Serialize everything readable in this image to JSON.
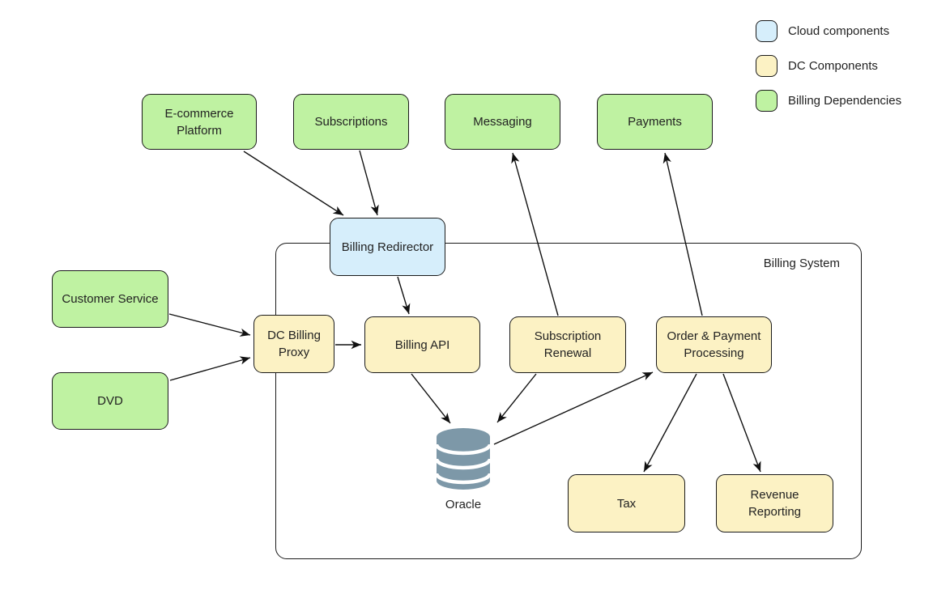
{
  "legend": {
    "items": [
      {
        "label": "Cloud components",
        "color": "#d6eefb"
      },
      {
        "label": "DC Components",
        "color": "#fcf2c4"
      },
      {
        "label": "Billing Dependencies",
        "color": "#bff2a2"
      }
    ]
  },
  "system": {
    "label": "Billing System"
  },
  "nodes": {
    "ecommerce": {
      "label": "E-commerce\nPlatform",
      "category": "Billing Dependencies"
    },
    "subscriptions": {
      "label": "Subscriptions",
      "category": "Billing Dependencies"
    },
    "messaging": {
      "label": "Messaging",
      "category": "Billing Dependencies"
    },
    "payments": {
      "label": "Payments",
      "category": "Billing Dependencies"
    },
    "customer_service": {
      "label": "Customer Service",
      "category": "Billing Dependencies"
    },
    "dvd": {
      "label": "DVD",
      "category": "Billing Dependencies"
    },
    "billing_redirector": {
      "label": "Billing Redirector",
      "category": "Cloud components"
    },
    "dc_billing_proxy": {
      "label": "DC Billing\nProxy",
      "category": "DC Components"
    },
    "billing_api": {
      "label": "Billing API",
      "category": "DC Components"
    },
    "subscription_renewal": {
      "label": "Subscription\nRenewal",
      "category": "DC Components"
    },
    "order_payment_processing": {
      "label": "Order & Payment\nProcessing",
      "category": "DC Components"
    },
    "tax": {
      "label": "Tax",
      "category": "DC Components"
    },
    "revenue_reporting": {
      "label": "Revenue\nReporting",
      "category": "DC Components"
    },
    "oracle": {
      "label": "Oracle",
      "category": "database"
    }
  },
  "edges": [
    {
      "from": "ecommerce",
      "to": "billing_redirector"
    },
    {
      "from": "subscriptions",
      "to": "billing_redirector"
    },
    {
      "from": "billing_redirector",
      "to": "billing_api"
    },
    {
      "from": "customer_service",
      "to": "dc_billing_proxy"
    },
    {
      "from": "dvd",
      "to": "dc_billing_proxy"
    },
    {
      "from": "dc_billing_proxy",
      "to": "billing_api"
    },
    {
      "from": "billing_api",
      "to": "oracle"
    },
    {
      "from": "subscription_renewal",
      "to": "oracle"
    },
    {
      "from": "subscription_renewal",
      "to": "messaging"
    },
    {
      "from": "oracle",
      "to": "order_payment_processing"
    },
    {
      "from": "order_payment_processing",
      "to": "payments"
    },
    {
      "from": "order_payment_processing",
      "to": "tax"
    },
    {
      "from": "order_payment_processing",
      "to": "revenue_reporting"
    }
  ],
  "colors": {
    "cloud": "#d6eefb",
    "dc": "#fcf2c4",
    "dependency": "#bff2a2",
    "database": "#7d98a8",
    "border": "#1a1a1a",
    "text": "#222222"
  }
}
